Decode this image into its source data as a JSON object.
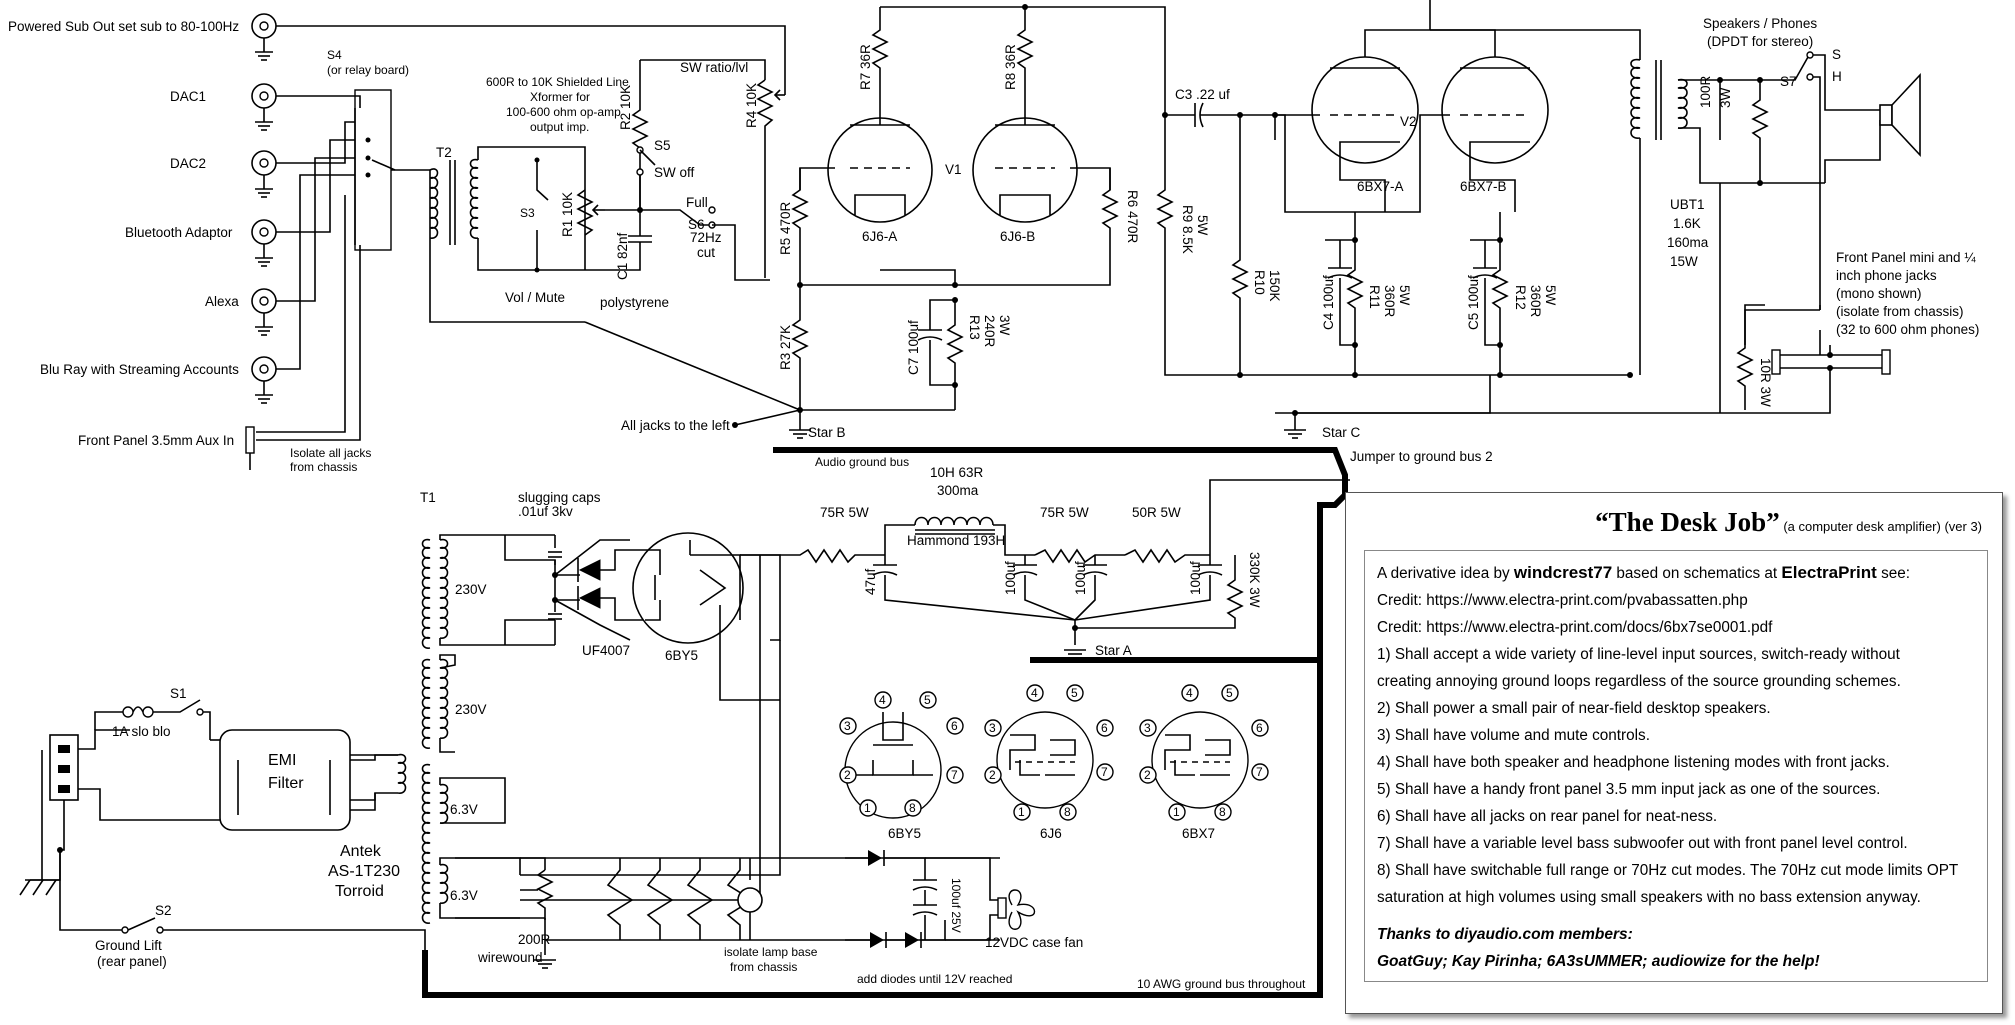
{
  "inputs": {
    "sub_out": "Powered Sub Out set sub to 80-100Hz",
    "dac1": "DAC1",
    "dac2": "DAC2",
    "bluetooth": "Bluetooth Adaptor",
    "alexa": "Alexa",
    "bluray": "Blu Ray with Streaming Accounts",
    "aux": "Front Panel 3.5mm Aux In",
    "isolate_jacks": [
      "Isolate all jacks",
      "from chassis"
    ]
  },
  "switches": {
    "s4": [
      "S4",
      "(or relay board)"
    ],
    "s3": "S3",
    "s5": "S5",
    "s5_off": "SW off",
    "s6": "S6",
    "s6_full": "Full",
    "s6_cut": [
      "72Hz",
      "cut"
    ],
    "s7": "S7",
    "s7_s": "S",
    "s7_h": "H",
    "s1": "S1",
    "s2": "S2"
  },
  "transformer_t2": {
    "label": "T2",
    "desc": [
      "600R to 10K Shielded Line",
      "Xformer for",
      "100-600 ohm op-amp",
      "output imp."
    ]
  },
  "components": {
    "r1": "R1 10K",
    "vol_mute": "Vol / Mute",
    "r2": "R2 10K",
    "r4": "R4 10K",
    "sw_ratio": "SW ratio/lvl",
    "c1": "C1 82nf",
    "polystyrene": "polystyrene",
    "r7": "R7 36R",
    "r8": "R8 36R",
    "r5": "R5 470R",
    "r6": "R6 470R",
    "v1": "V1",
    "v1a": "6J6-A",
    "v1b": "6J6-B",
    "r3": "R3 27K",
    "c7": "C7 100uf",
    "r13": [
      "R13",
      "240R",
      "3W"
    ],
    "c3": "C3 .22 uf",
    "r9": [
      "R9 8.5K",
      "5W"
    ],
    "r10": [
      "R10",
      "150K"
    ],
    "c4": "C4 100uf",
    "r11": [
      "R11",
      "360R",
      "5W"
    ],
    "c5": "C5 100uf",
    "r12": [
      "R12",
      "360R",
      "5W"
    ],
    "v2": "V2",
    "v2a": "6BX7-A",
    "v2b": "6BX7-B",
    "ubt1": [
      "UBT1",
      "1.6K",
      "160ma",
      "15W"
    ],
    "r100": [
      "100R",
      "3W"
    ],
    "r10r": [
      "10R 3W"
    ]
  },
  "output": {
    "speakers": [
      "Speakers / Phones",
      "(DPDT for stereo)"
    ],
    "front_jacks": [
      "Front Panel mini and ¼",
      "inch phone jacks",
      "(mono shown)",
      "(isolate from chassis)",
      "(32 to 600 ohm phones)"
    ]
  },
  "grounds": {
    "all_jacks": "All jacks to the left",
    "star_b": "Star B",
    "audio_bus": "Audio ground bus",
    "star_c": "Star C",
    "jumper": "Jumper to ground bus 2",
    "star_a": "Star A",
    "bus_10awg": "10 AWG ground bus throughout"
  },
  "power": {
    "t1": "T1",
    "slug_caps": [
      "slugging caps",
      ".01uf 3kv"
    ],
    "v230a": "230V",
    "v230b": "230V",
    "v63a": "6.3V",
    "v63b": "6.3V",
    "uf4007": "UF4007",
    "rect": "6BY5",
    "r75a": "75R 5W",
    "choke": [
      "10H 63R",
      "300ma"
    ],
    "hammond": "Hammond 193H",
    "r75b": "75R 5W",
    "r50": "50R 5W",
    "c47": "47uf",
    "c100a": "100uf",
    "c100b": "100uf",
    "c100c": "100uf",
    "r330": "330K 3W",
    "fuse": "1A slo blo",
    "emi": [
      "EMI",
      "Filter"
    ],
    "antek": [
      "Antek",
      "AS-1T230",
      "Torroid"
    ],
    "ground_lift": [
      "Ground Lift",
      "(rear panel)"
    ],
    "r200": "200R",
    "wirewound": "wirewound",
    "lamp": [
      "isolate lamp base",
      "from chassis"
    ],
    "c_fan": "100uf 25V",
    "fan": "12VDC case fan",
    "diodes_note": "add diodes until 12V reached"
  },
  "pinouts": [
    {
      "name": "6BY5",
      "pins": [
        "4",
        "5",
        "6",
        "7",
        "8",
        "1",
        "2",
        "3"
      ]
    },
    {
      "name": "6J6",
      "pins": [
        "4",
        "5",
        "6",
        "7",
        "8",
        "1",
        "2",
        "3"
      ]
    },
    {
      "name": "6BX7",
      "pins": [
        "4",
        "5",
        "6",
        "7",
        "8",
        "1",
        "2",
        "3"
      ]
    }
  ],
  "notes": {
    "title": "“The Desk Job”",
    "subtitle": "(a computer desk amplifier) (ver 3)",
    "intro_pre": "A derivative idea by ",
    "author": "windcrest77",
    "intro_mid": " based on schematics at ",
    "source": "ElectraPrint",
    "intro_post": " see:",
    "credits": [
      "Credit: https://www.electra-print.com/pvabassatten.php",
      "Credit: https://www.electra-print.com/docs/6bx7se0001.pdf"
    ],
    "requirements": [
      "1) Shall accept a wide variety of line-level input sources, switch-ready without",
      "creating annoying ground loops regardless of the source grounding schemes.",
      "2) Shall power a small pair of near-field desktop speakers.",
      "3) Shall have volume and mute controls.",
      "4) Shall have both speaker and headphone listening modes with front jacks.",
      "5) Shall have a handy front panel 3.5 mm input jack as one of the sources.",
      "6) Shall have all jacks on rear panel for neat-ness.",
      "7) Shall have a variable level bass subwoofer out with front panel level control.",
      "8) Shall have switchable full range or 70Hz cut modes. The 70Hz cut mode limits OPT",
      "saturation at high volumes using small speakers with no bass extension anyway."
    ],
    "thanks": [
      "Thanks to diyaudio.com members:",
      "GoatGuy; Kay Pirinha; 6A3sUMMER; audiowize for the help!"
    ]
  }
}
